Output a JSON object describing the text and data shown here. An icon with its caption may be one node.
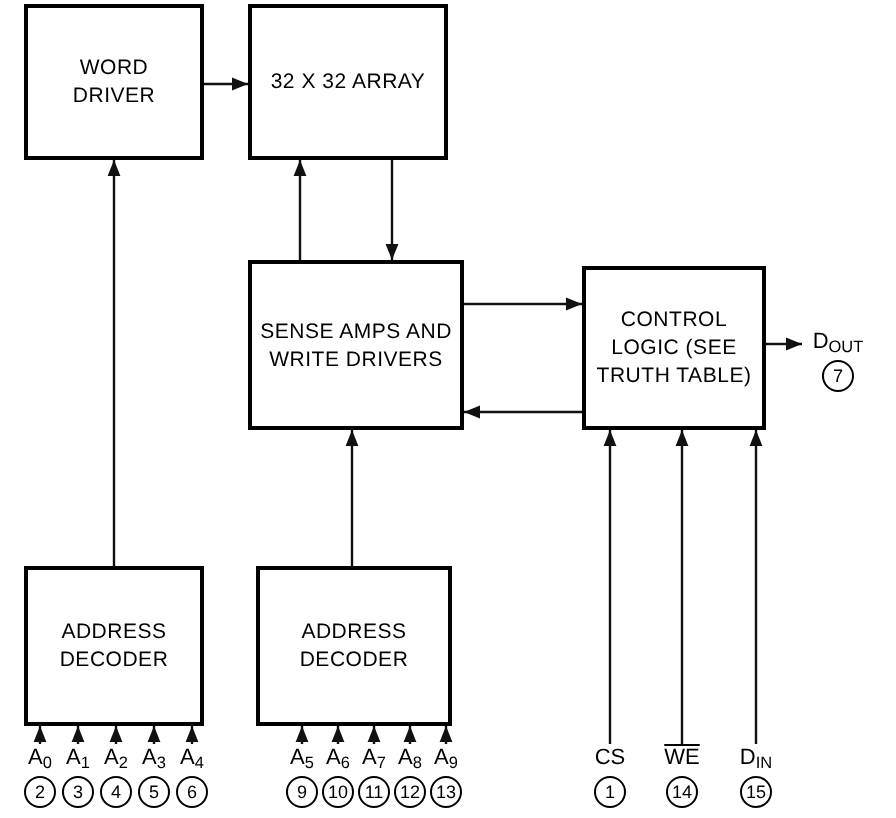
{
  "diagram": {
    "nodes": [
      {
        "text": [
          "WORD DRIVER"
        ]
      },
      {
        "text": [
          "32 X 32 ARRAY"
        ]
      },
      {
        "text": [
          "SENSE AMPS AND WRITE DRIVERS"
        ]
      },
      {
        "text": [
          "CONTROL LOGIC (SEE TRUTH TABLE)"
        ]
      },
      {
        "text": [
          "D$_{OUT}$"
        ],
        "beside": [
          "7"
        ]
      },
      {
        "text": [
          "ADDRESS DECODER"
        ]
      },
      {
        "text": [
          "ADDRESS DECODER"
        ]
      },
      {
        "text": [
          "A$_{0}$"
        ],
        "beside": [
          "2"
        ]
      },
      {
        "text": [
          "A$_{1}$"
        ],
        "beside": [
          "3"
        ]
      },
      {
        "text": [
          "A$_{2}$"
        ],
        "beside": [
          "4"
        ]
      },
      {
        "text": [
          "A$_{3}$"
        ],
        "beside": [
          "5"
        ]
      },
      {
        "text": [
          "A$_{4}$"
        ],
        "beside": [
          "6"
        ]
      },
      {
        "text": [
          "A$_{5}$"
        ],
        "beside": [
          "9"
        ]
      },
      {
        "text": [
          "A$_{6}$"
        ],
        "beside": [
          "10"
        ]
      },
      {
        "text": [
          "A$_{7}$"
        ],
        "beside": [
          "11"
        ]
      },
      {
        "text": [
          "A$_{8}$"
        ],
        "beside": [
          "12"
        ]
      },
      {
        "text": [
          "A$_{9}$"
        ],
        "beside": [
          "13"
        ]
      },
      {
        "text": [
          "CS"
        ],
        "beside": [
          "1"
        ]
      },
      {
        "text": [
          "WE"
        ],
        "beside": [
          "14"
        ]
      },
      {
        "text": [
          "D$_{IN}$"
        ],
        "beside": [
          "15"
        ]
      }
    ],
    "edges": [
      {
        "from": 0,
        "to": 1,
        "arrow": "to"
      },
      {
        "from": 5,
        "to": 0,
        "arrow": "to"
      },
      {
        "from": 1,
        "to": 2,
        "arrow": "to"
      },
      {
        "from": 2,
        "to": 1,
        "arrow": "to"
      },
      {
        "from": 2,
        "to": 3,
        "arrow": "to"
      },
      {
        "from": 3,
        "to": 2,
        "arrow": "to"
      },
      {
        "from": 6,
        "to": 2,
        "arrow": "to"
      },
      {
        "from": 3,
        "to": 4,
        "arrow": "to"
      },
      {
        "from": 7,
        "to": 5,
        "arrow": "to"
      },
      {
        "from": 8,
        "to": 5,
        "arrow": "to"
      },
      {
        "from": 9,
        "to": 5,
        "arrow": "to"
      },
      {
        "from": 10,
        "to": 5,
        "arrow": "to"
      },
      {
        "from": 11,
        "to": 5,
        "arrow": "to"
      },
      {
        "from": 12,
        "to": 6,
        "arrow": "to"
      },
      {
        "from": 13,
        "to": 6,
        "arrow": "to"
      },
      {
        "from": 14,
        "to": 6,
        "arrow": "to"
      },
      {
        "from": 15,
        "to": 6,
        "arrow": "to"
      },
      {
        "from": 16,
        "to": 6,
        "arrow": "to"
      },
      {
        "from": 17,
        "to": 3,
        "arrow": "to"
      },
      {
        "from": 18,
        "to": 3,
        "arrow": "to"
      },
      {
        "from": 19,
        "to": 3,
        "arrow": "to"
      }
    ]
  }
}
